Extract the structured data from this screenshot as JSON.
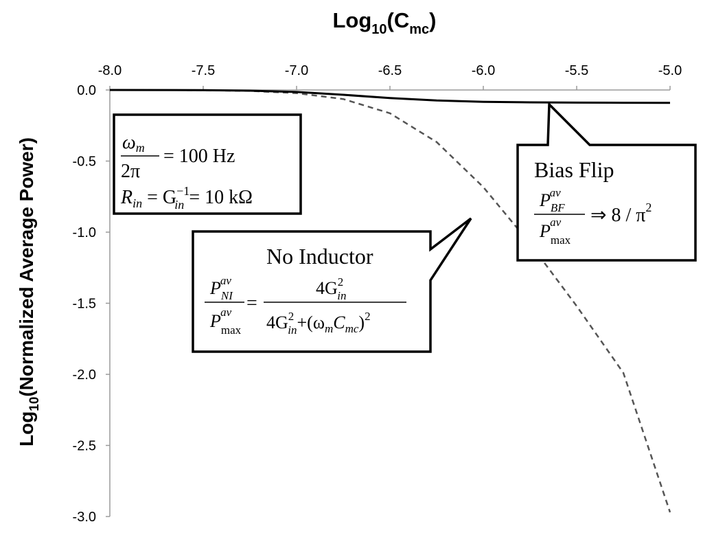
{
  "chart_data": {
    "type": "line",
    "xlabel": {
      "base": "Log",
      "base_sub": "10",
      "open": "(C",
      "var_sub": "mc",
      "close": ")"
    },
    "ylabel": {
      "base": "Log",
      "base_sub": "10",
      "rest": "(Normalized Average Power)"
    },
    "xlim": [
      -8.0,
      -5.0
    ],
    "ylim": [
      -3.0,
      0.0
    ],
    "x_ticks": [
      "-8.0",
      "-7.5",
      "-7.0",
      "-6.5",
      "-6.0",
      "-5.5",
      "-5.0"
    ],
    "y_ticks": [
      "0.0",
      "-0.5",
      "-1.0",
      "-1.5",
      "-2.0",
      "-2.5",
      "-3.0"
    ],
    "x_axis_position": "top",
    "grid": false,
    "legend": "none",
    "series": [
      {
        "style": "solid",
        "color": "#000000",
        "x": [
          -8.0,
          -7.5,
          -7.25,
          -7.0,
          -6.75,
          -6.5,
          -6.25,
          -6.0,
          -5.75,
          -5.5,
          -5.25,
          -5.0
        ],
        "y": [
          0.0,
          -0.001,
          -0.005,
          -0.014,
          -0.034,
          -0.057,
          -0.074,
          -0.083,
          -0.087,
          -0.089,
          -0.09,
          -0.091
        ]
      },
      {
        "style": "dashed",
        "color": "#555555",
        "x": [
          -8.0,
          -7.5,
          -7.25,
          -7.0,
          -6.75,
          -6.5,
          -6.25,
          -6.0,
          -5.75,
          -5.5,
          -5.25,
          -5.0
        ],
        "y": [
          0.0,
          -0.002,
          -0.007,
          -0.022,
          -0.064,
          -0.164,
          -0.366,
          -0.683,
          -1.08,
          -1.52,
          -1.99,
          -2.97
        ]
      }
    ],
    "annotations": {
      "params": {
        "omega": "ω",
        "omega_sub": "m",
        "two_pi": "2π",
        "hz_eq": "= 100 Hz",
        "r": "R",
        "r_sub": "in",
        "g_eq": " = G",
        "g_sub": "in",
        "g_sup": "−1",
        "k_eq": " = 10 kΩ"
      },
      "bias_flip": {
        "title": "Bias Flip",
        "p": "P",
        "num_sub": "BF",
        "sup": "av",
        "den_sub": "max",
        "result": "⇒ 8 / π",
        "result_sup": "2"
      },
      "no_inductor": {
        "title": "No Inductor",
        "p": "P",
        "num_sub": "NI",
        "sup": "av",
        "den_sub": "max",
        "rhs_num": "4G",
        "g_sub": "in",
        "g_sup": "2",
        "plus_open": "+(ω",
        "omega_sub": "m",
        "c": "C",
        "c_sub": "mc",
        "close": ")",
        "close_sup": "2"
      }
    }
  }
}
